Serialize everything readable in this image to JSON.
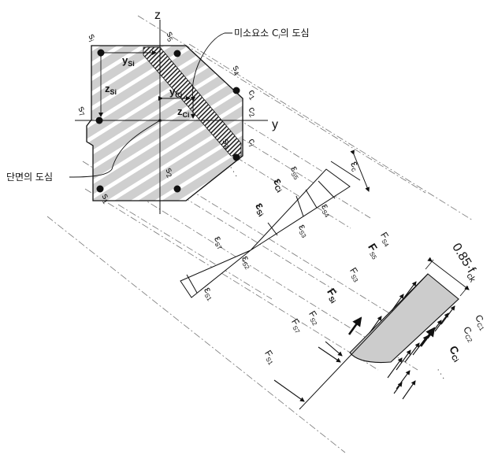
{
  "axes": {
    "z": "z",
    "y": "y"
  },
  "annotations": {
    "element_centroid": "미소요소 C",
    "element_centroid_sub": "i",
    "element_centroid_suffix": "의 도심",
    "section_centroid": "단면의 도심"
  },
  "steel_points": {
    "s_i": "s",
    "s_i_sub": "i",
    "s5": "s",
    "s5_sub": "5",
    "s4": "s",
    "s4_sub": "4",
    "s7": "s",
    "s7_sub": "7",
    "s3": "s",
    "s3_sub": "3",
    "s2": "s",
    "s2_sub": "2",
    "s1": "s",
    "s1_sub": "1"
  },
  "concrete_points": {
    "c1": "c",
    "c1_sub": "1",
    "c2": "c",
    "c2_sub": "2",
    "ci": "c",
    "ci_sub": "i"
  },
  "distances": {
    "y_si": "y",
    "y_si_sub": "Si",
    "z_si": "z",
    "z_si_sub": "Si",
    "y_ci": "y",
    "y_ci_sub": "Ci",
    "z_ci": "z",
    "z_ci_sub": "Ci"
  },
  "strains": {
    "eps": "ε",
    "c": "c",
    "s5": "S5",
    "ci": "Ci",
    "s4": "S4",
    "si": "Si",
    "s3": "S3",
    "s7": "S7",
    "s2": "S2",
    "s1": "S1"
  },
  "forces": {
    "F": "F",
    "C": "C",
    "s4": "S4",
    "s5": "S5",
    "s3": "S3",
    "si": "Si",
    "s2": "S2",
    "s7": "S7",
    "s1": "S1",
    "c1": "C1",
    "c2": "C2",
    "ci": "Ci"
  },
  "stress_label": "0.85·f",
  "stress_label_sub": "ck",
  "dots": "·  ·  ·"
}
